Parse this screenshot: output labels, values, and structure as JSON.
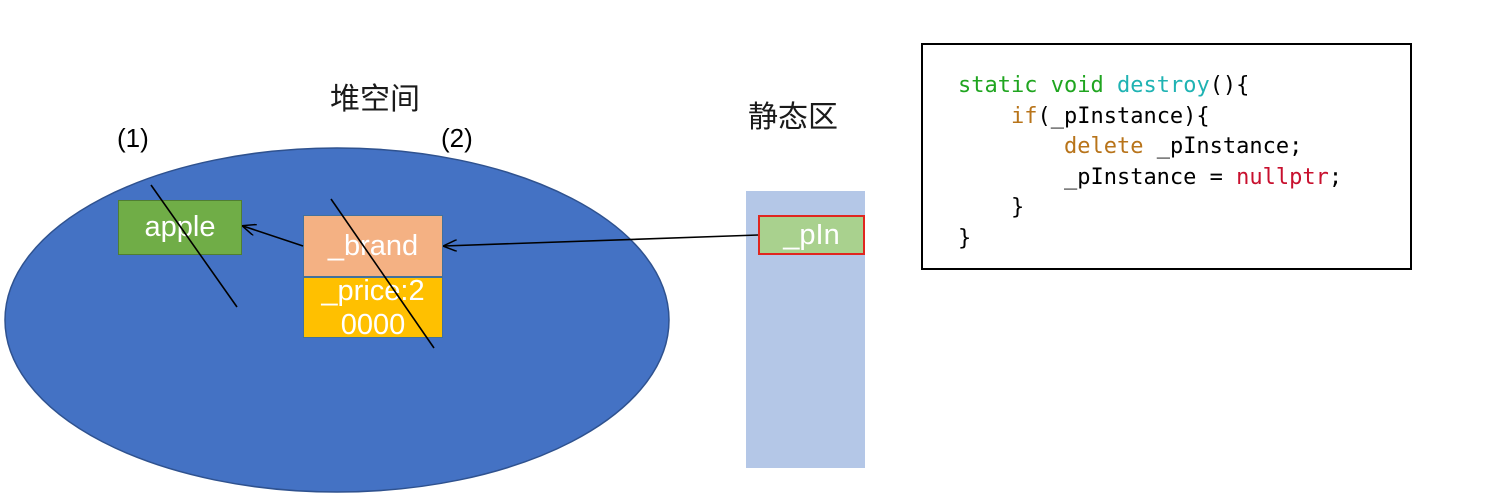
{
  "labels": {
    "heap": "堆空间",
    "static_area": "静态区",
    "step1": "(1)",
    "step2": "(2)"
  },
  "boxes": {
    "apple": "apple",
    "brand": "_brand",
    "price_line1": "_price:2",
    "price_line2": "0000",
    "pin": "_pIn"
  },
  "code": {
    "line1": {
      "kw_static": "static",
      "kw_void": "void",
      "fn": "destroy",
      "rest": "(){"
    },
    "line2": {
      "kw_if": "if",
      "rest": "(_pInstance){"
    },
    "line3": {
      "kw_delete": "delete",
      "rest": " _pInstance;"
    },
    "line4": {
      "lhs": "_pInstance = ",
      "kw_null": "nullptr",
      "end": ";"
    },
    "line5": "}",
    "line6": "}"
  },
  "colors": {
    "heap_fill": "#4472c4",
    "static_fill": "#b4c7e7",
    "apple_fill": "#70ad47",
    "brand_fill": "#f4b183",
    "price_fill": "#ffc000",
    "pin_fill": "#a9d18e",
    "pin_border": "#e0261f"
  }
}
